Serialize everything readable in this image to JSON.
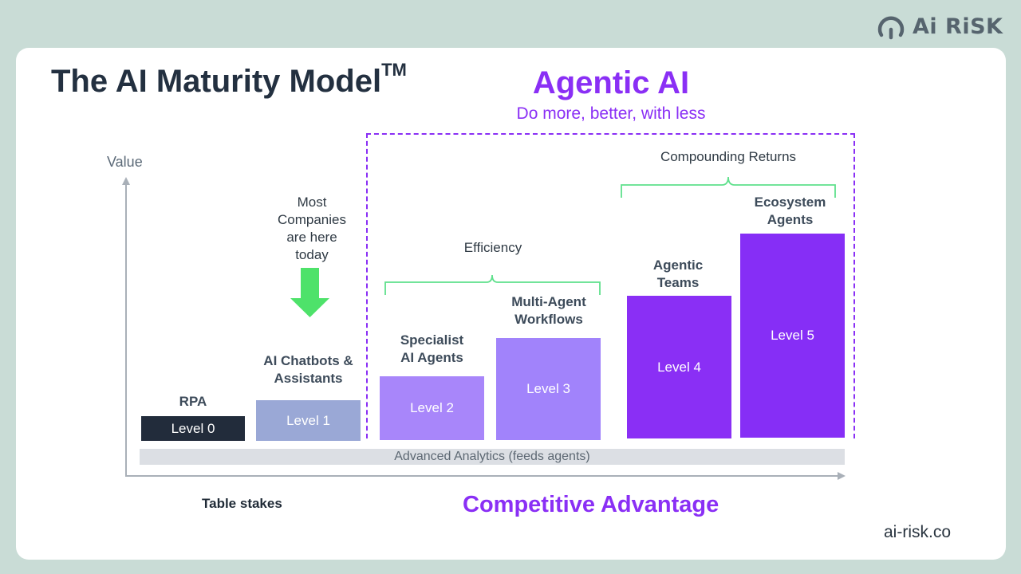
{
  "brand": {
    "name": "Ai RiSK",
    "url": "ai-risk.co"
  },
  "title": "The AI Maturity Model",
  "title_mark": "TM",
  "agentic": {
    "heading": "Agentic AI",
    "tagline": "Do more, better, with less"
  },
  "axis": {
    "y_label": "Value"
  },
  "annotations": {
    "most_companies": [
      "Most",
      "Companies",
      "are here",
      "today"
    ],
    "efficiency": "Efficiency",
    "compounding": "Compounding Returns"
  },
  "levels": [
    {
      "level": "Level 0",
      "name": [
        "RPA"
      ],
      "value": 1
    },
    {
      "level": "Level 1",
      "name": [
        "AI Chatbots &",
        "Assistants"
      ],
      "value": 2
    },
    {
      "level": "Level 2",
      "name": [
        "Specialist",
        "AI Agents"
      ],
      "value": 3
    },
    {
      "level": "Level 3",
      "name": [
        "Multi-Agent",
        "Workflows"
      ],
      "value": 4
    },
    {
      "level": "Level 4",
      "name": [
        "Agentic",
        "Teams"
      ],
      "value": 5
    },
    {
      "level": "Level 5",
      "name": [
        "Ecosystem",
        "Agents"
      ],
      "value": 6
    }
  ],
  "foundation": "Advanced Analytics (feeds agents)",
  "footer": {
    "left": "Table stakes",
    "right": "Competitive Advantage"
  },
  "colors": {
    "level0": "#222c3b",
    "level1": "#9aa8d6",
    "level2": "#a886fa",
    "level3": "#a183fb",
    "level4": "#8a2ff5",
    "level5": "#862ef6",
    "accent": "#8a2ff5",
    "bracket": "#5fe08c",
    "arrow": "#4ee26a"
  }
}
